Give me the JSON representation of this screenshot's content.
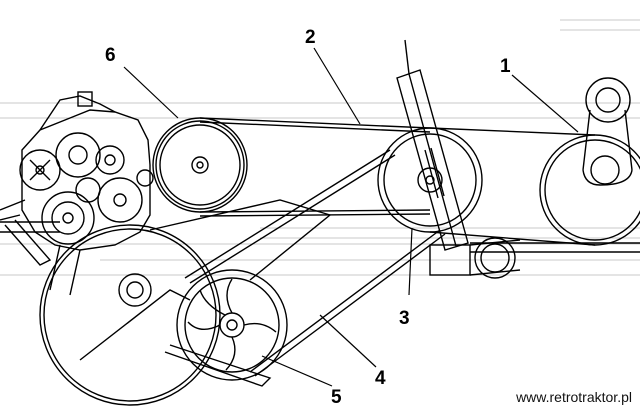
{
  "diagram": {
    "callouts": {
      "c1": "1",
      "c2": "2",
      "c3": "3",
      "c4": "4",
      "c5": "5",
      "c6": "6"
    },
    "watermark": "www.retrotraktor.pl",
    "ink_color": "#000000",
    "background_color": "#ffffff",
    "faint_line_color": "#c8c8c8"
  }
}
